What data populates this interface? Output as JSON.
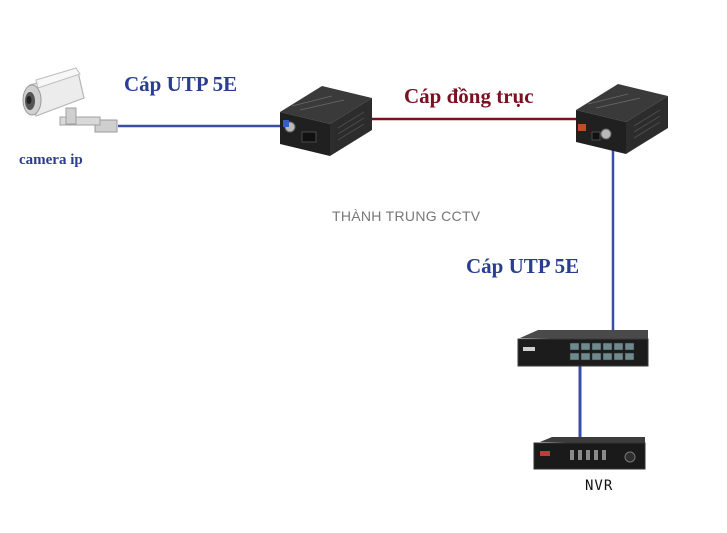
{
  "labels": {
    "utp_top": "Cáp UTP 5E",
    "coax": "Cáp đồng trục",
    "utp_right": "Cáp UTP 5E",
    "camera": "camera ip",
    "watermark": "THÀNH TRUNG CCTV",
    "nvr": "NVR"
  },
  "colors": {
    "utp_cable": "#3a4fa8",
    "coax_cable": "#7a1020",
    "label_blue": "#2a3d91",
    "label_red": "#7a1020"
  },
  "icons": {
    "camera": "ip-camera-icon",
    "converter_left": "ethernet-coax-converter-icon",
    "converter_right": "ethernet-coax-converter-icon",
    "switch": "network-switch-icon",
    "nvr": "nvr-recorder-icon"
  }
}
